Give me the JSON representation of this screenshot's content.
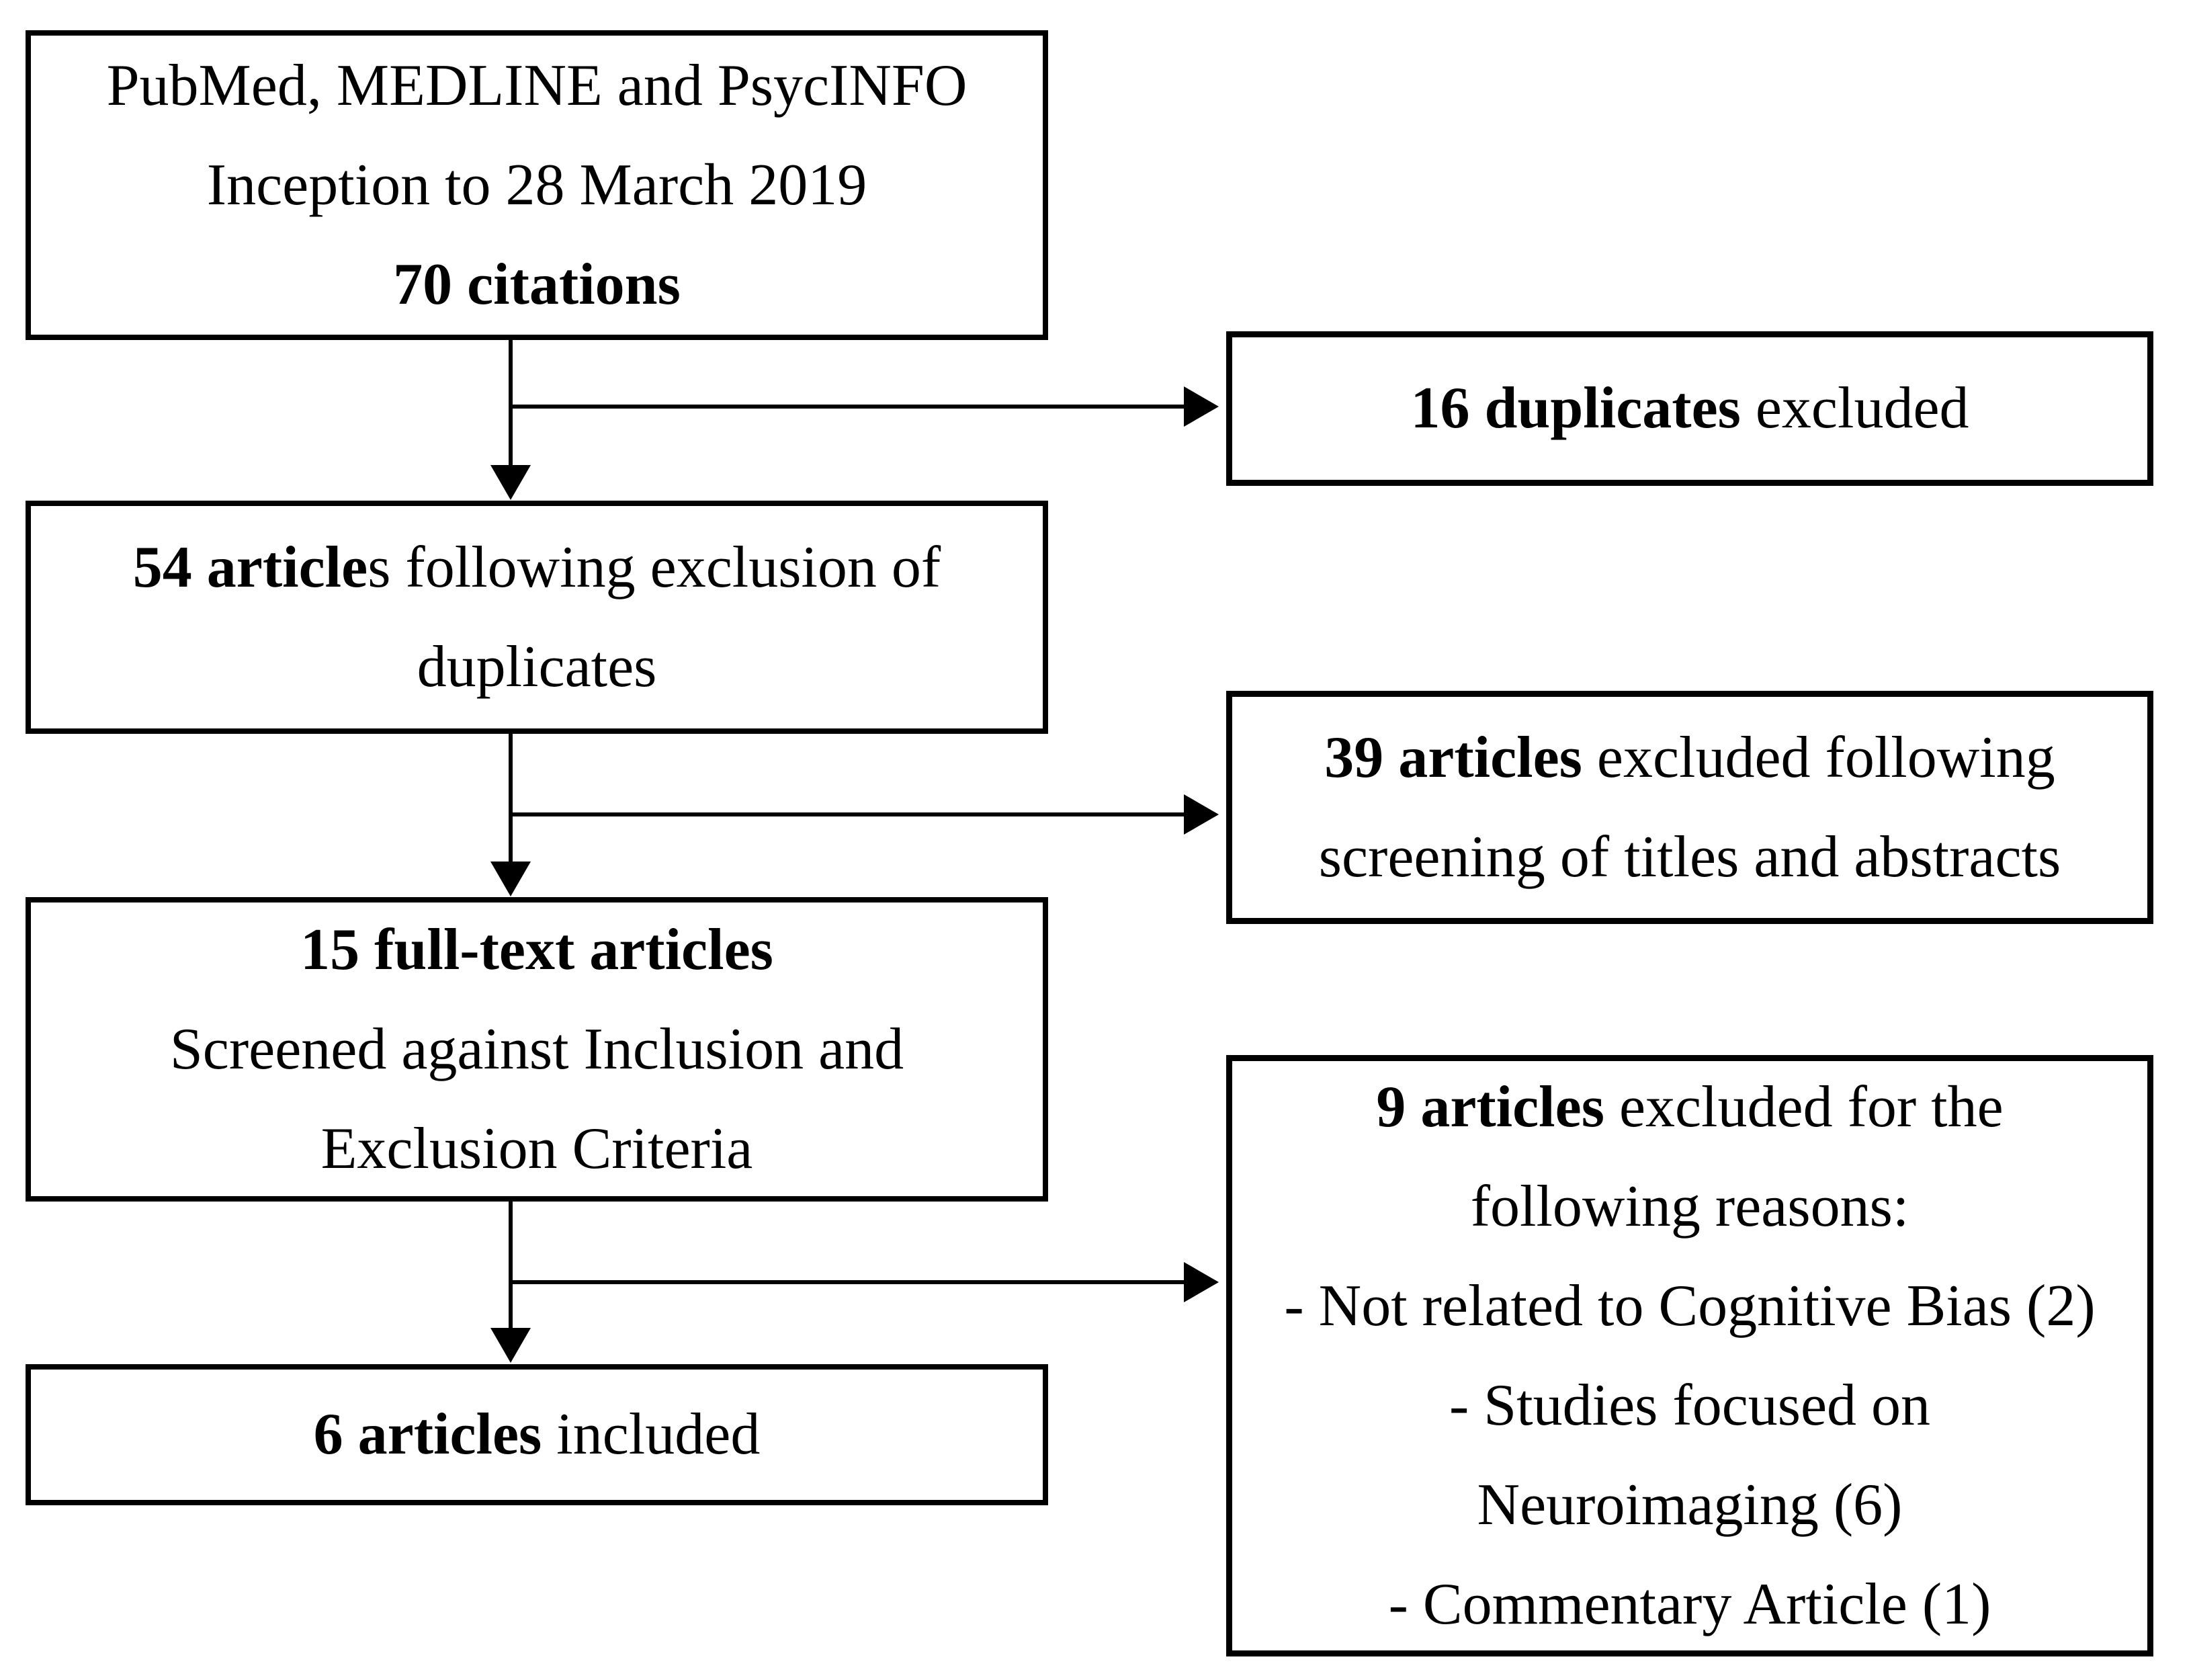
{
  "colors": {
    "background": "#ffffff",
    "line": "#000000",
    "text": "#000000"
  },
  "boxes": {
    "citations": {
      "lines": [
        {
          "bold": "",
          "rest": "PubMed, MEDLINE and PsycINFO"
        },
        {
          "bold": "",
          "rest": "Inception to 28 March 2019"
        },
        {
          "bold": "70 citations",
          "rest": ""
        }
      ]
    },
    "after_dedup": {
      "lines": [
        {
          "bold": "54 article",
          "rest": "s following exclusion of"
        },
        {
          "bold": "",
          "rest": "duplicates"
        }
      ]
    },
    "fulltext": {
      "lines": [
        {
          "bold": "15 full-text articles",
          "rest": ""
        },
        {
          "bold": "",
          "rest": "Screened against Inclusion and"
        },
        {
          "bold": "",
          "rest": "Exclusion Criteria"
        }
      ]
    },
    "included": {
      "lines": [
        {
          "bold": "6 articles",
          "rest": " included"
        }
      ]
    },
    "dup_excluded": {
      "lines": [
        {
          "bold": "16 duplicates",
          "rest": " excluded"
        }
      ]
    },
    "screen_excluded": {
      "lines": [
        {
          "bold": "39 articles",
          "rest": " excluded following"
        },
        {
          "bold": "",
          "rest": "screening of titles and abstracts"
        }
      ]
    },
    "fulltext_excluded": {
      "lines": [
        {
          "bold": "9 articles",
          "rest": " excluded for the"
        },
        {
          "bold": "",
          "rest": "following reasons:"
        },
        {
          "bold": "",
          "rest": "- Not related to Cognitive Bias (2)"
        },
        {
          "bold": "",
          "rest": "- Studies focused on"
        },
        {
          "bold": "",
          "rest": "Neuroimaging (6)"
        },
        {
          "bold": "",
          "rest": "- Commentary Article (1)"
        }
      ]
    }
  },
  "connectors": [
    {
      "type": "arrow-down",
      "from": "citations",
      "to": "after_dedup"
    },
    {
      "type": "arrow-right",
      "from": "citations",
      "to": "dup_excluded"
    },
    {
      "type": "arrow-down",
      "from": "after_dedup",
      "to": "fulltext"
    },
    {
      "type": "arrow-right",
      "from": "after_dedup",
      "to": "screen_excluded"
    },
    {
      "type": "arrow-down",
      "from": "fulltext",
      "to": "included"
    },
    {
      "type": "arrow-right",
      "from": "fulltext",
      "to": "fulltext_excluded"
    }
  ]
}
